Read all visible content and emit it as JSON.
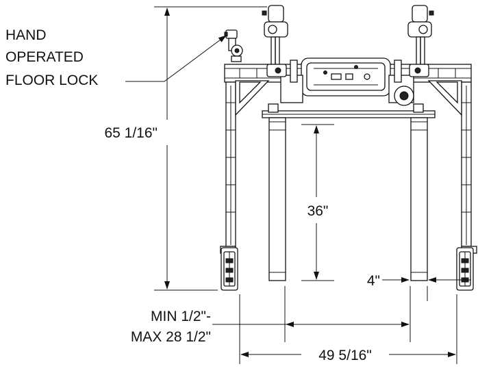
{
  "callout": {
    "line1": "HAND",
    "line2": "OPERATED",
    "line3": "FLOOR LOCK"
  },
  "dimensions": {
    "overall_height": "65 1/16\"",
    "fork_length": "36\"",
    "fork_width": "4\"",
    "fork_spread_min": "MIN 1/2\"-",
    "fork_spread_max": "MAX 28 1/2\"",
    "overall_width": "49 5/16\""
  }
}
